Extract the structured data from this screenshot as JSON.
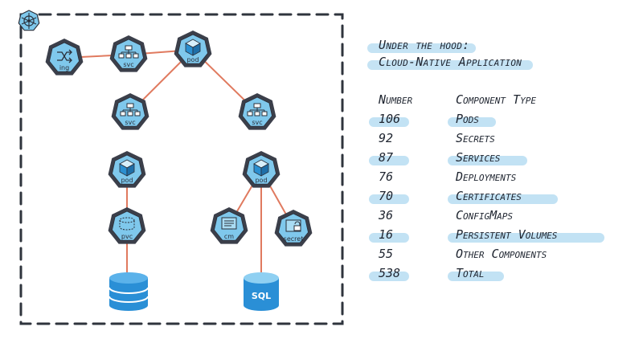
{
  "diagram": {
    "logo_icon": "kubernetes-helm-icon",
    "nodes": {
      "ing": "ing",
      "svc_top": "svc",
      "pod_top": "pod",
      "svc_left": "svc",
      "svc_right": "svc",
      "pod_left": "pod",
      "pod_right": "pod",
      "pvc": "pvc",
      "cm": "cm",
      "secret": "secret",
      "sql": "SQL"
    },
    "colors": {
      "node_fill": "#7fc8ec",
      "node_stroke": "#2a2f3a",
      "heptagon_fill": "#3b3f4a",
      "edge": "#e07a5f",
      "database": "#2a8fd6"
    }
  },
  "info": {
    "title_lines": [
      "Under the hood:",
      "Cloud-Native Application"
    ],
    "columns": [
      "Number",
      "Component Type"
    ],
    "rows": [
      {
        "number": "106",
        "type": "Pods",
        "highlight": true
      },
      {
        "number": "92",
        "type": "Secrets",
        "highlight": false
      },
      {
        "number": "87",
        "type": "Services",
        "highlight": true
      },
      {
        "number": "76",
        "type": "Deployments",
        "highlight": false
      },
      {
        "number": "70",
        "type": "Certificates",
        "highlight": true
      },
      {
        "number": "36",
        "type": "ConfigMaps",
        "highlight": false
      },
      {
        "number": "16",
        "type": "Persistent Volumes",
        "highlight": true
      },
      {
        "number": "55",
        "type": "Other Components",
        "highlight": false
      },
      {
        "number": "538",
        "type": "Total",
        "highlight": true
      }
    ],
    "highlight_color": "#bfe0f3"
  }
}
